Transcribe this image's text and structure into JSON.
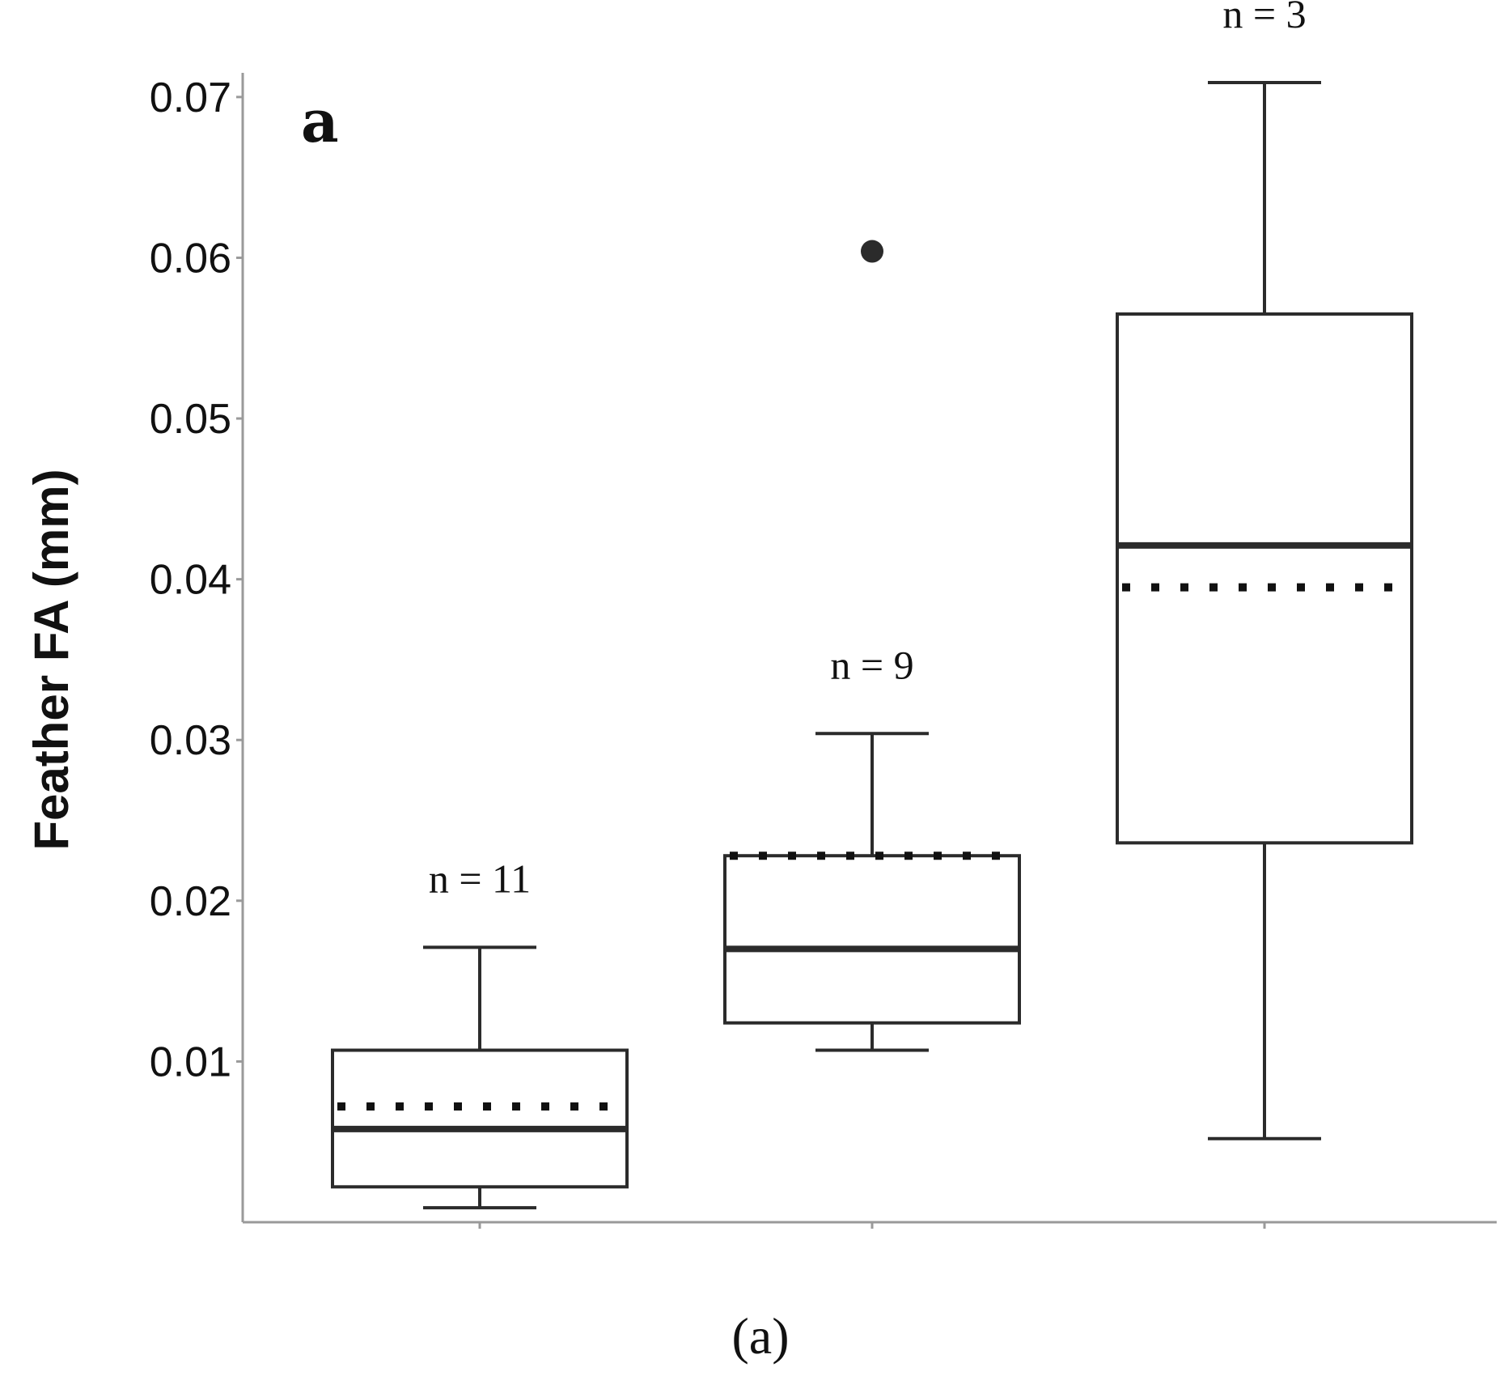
{
  "chart_data": {
    "type": "box",
    "panel_letter": "a",
    "caption": "(a)",
    "ylabel": "Feather FA (mm)",
    "xlabel": "",
    "ylim": [
      0.0,
      0.071
    ],
    "yticks": [
      0.01,
      0.02,
      0.03,
      0.04,
      0.05,
      0.06,
      0.07
    ],
    "ytick_labels": [
      "0.01",
      "0.02",
      "0.03",
      "0.04",
      "0.05",
      "0.06",
      "0.07"
    ],
    "groups": [
      {
        "n_label": "n = 11",
        "whisker_low": 0.0009,
        "q1": 0.0022,
        "median": 0.0058,
        "q3": 0.0107,
        "whisker_high": 0.0171,
        "mean": 0.0072,
        "outliers": []
      },
      {
        "n_label": "n = 9",
        "whisker_low": 0.0107,
        "q1": 0.0124,
        "median": 0.017,
        "q3": 0.0228,
        "whisker_high": 0.0304,
        "mean": 0.0228,
        "outliers": [
          0.0604
        ]
      },
      {
        "n_label": "n = 3",
        "whisker_low": 0.0052,
        "q1": 0.0236,
        "median": 0.0421,
        "q3": 0.0565,
        "whisker_high": 0.0709,
        "mean": 0.0395,
        "outliers": []
      }
    ],
    "grid": false,
    "legend": "none"
  }
}
